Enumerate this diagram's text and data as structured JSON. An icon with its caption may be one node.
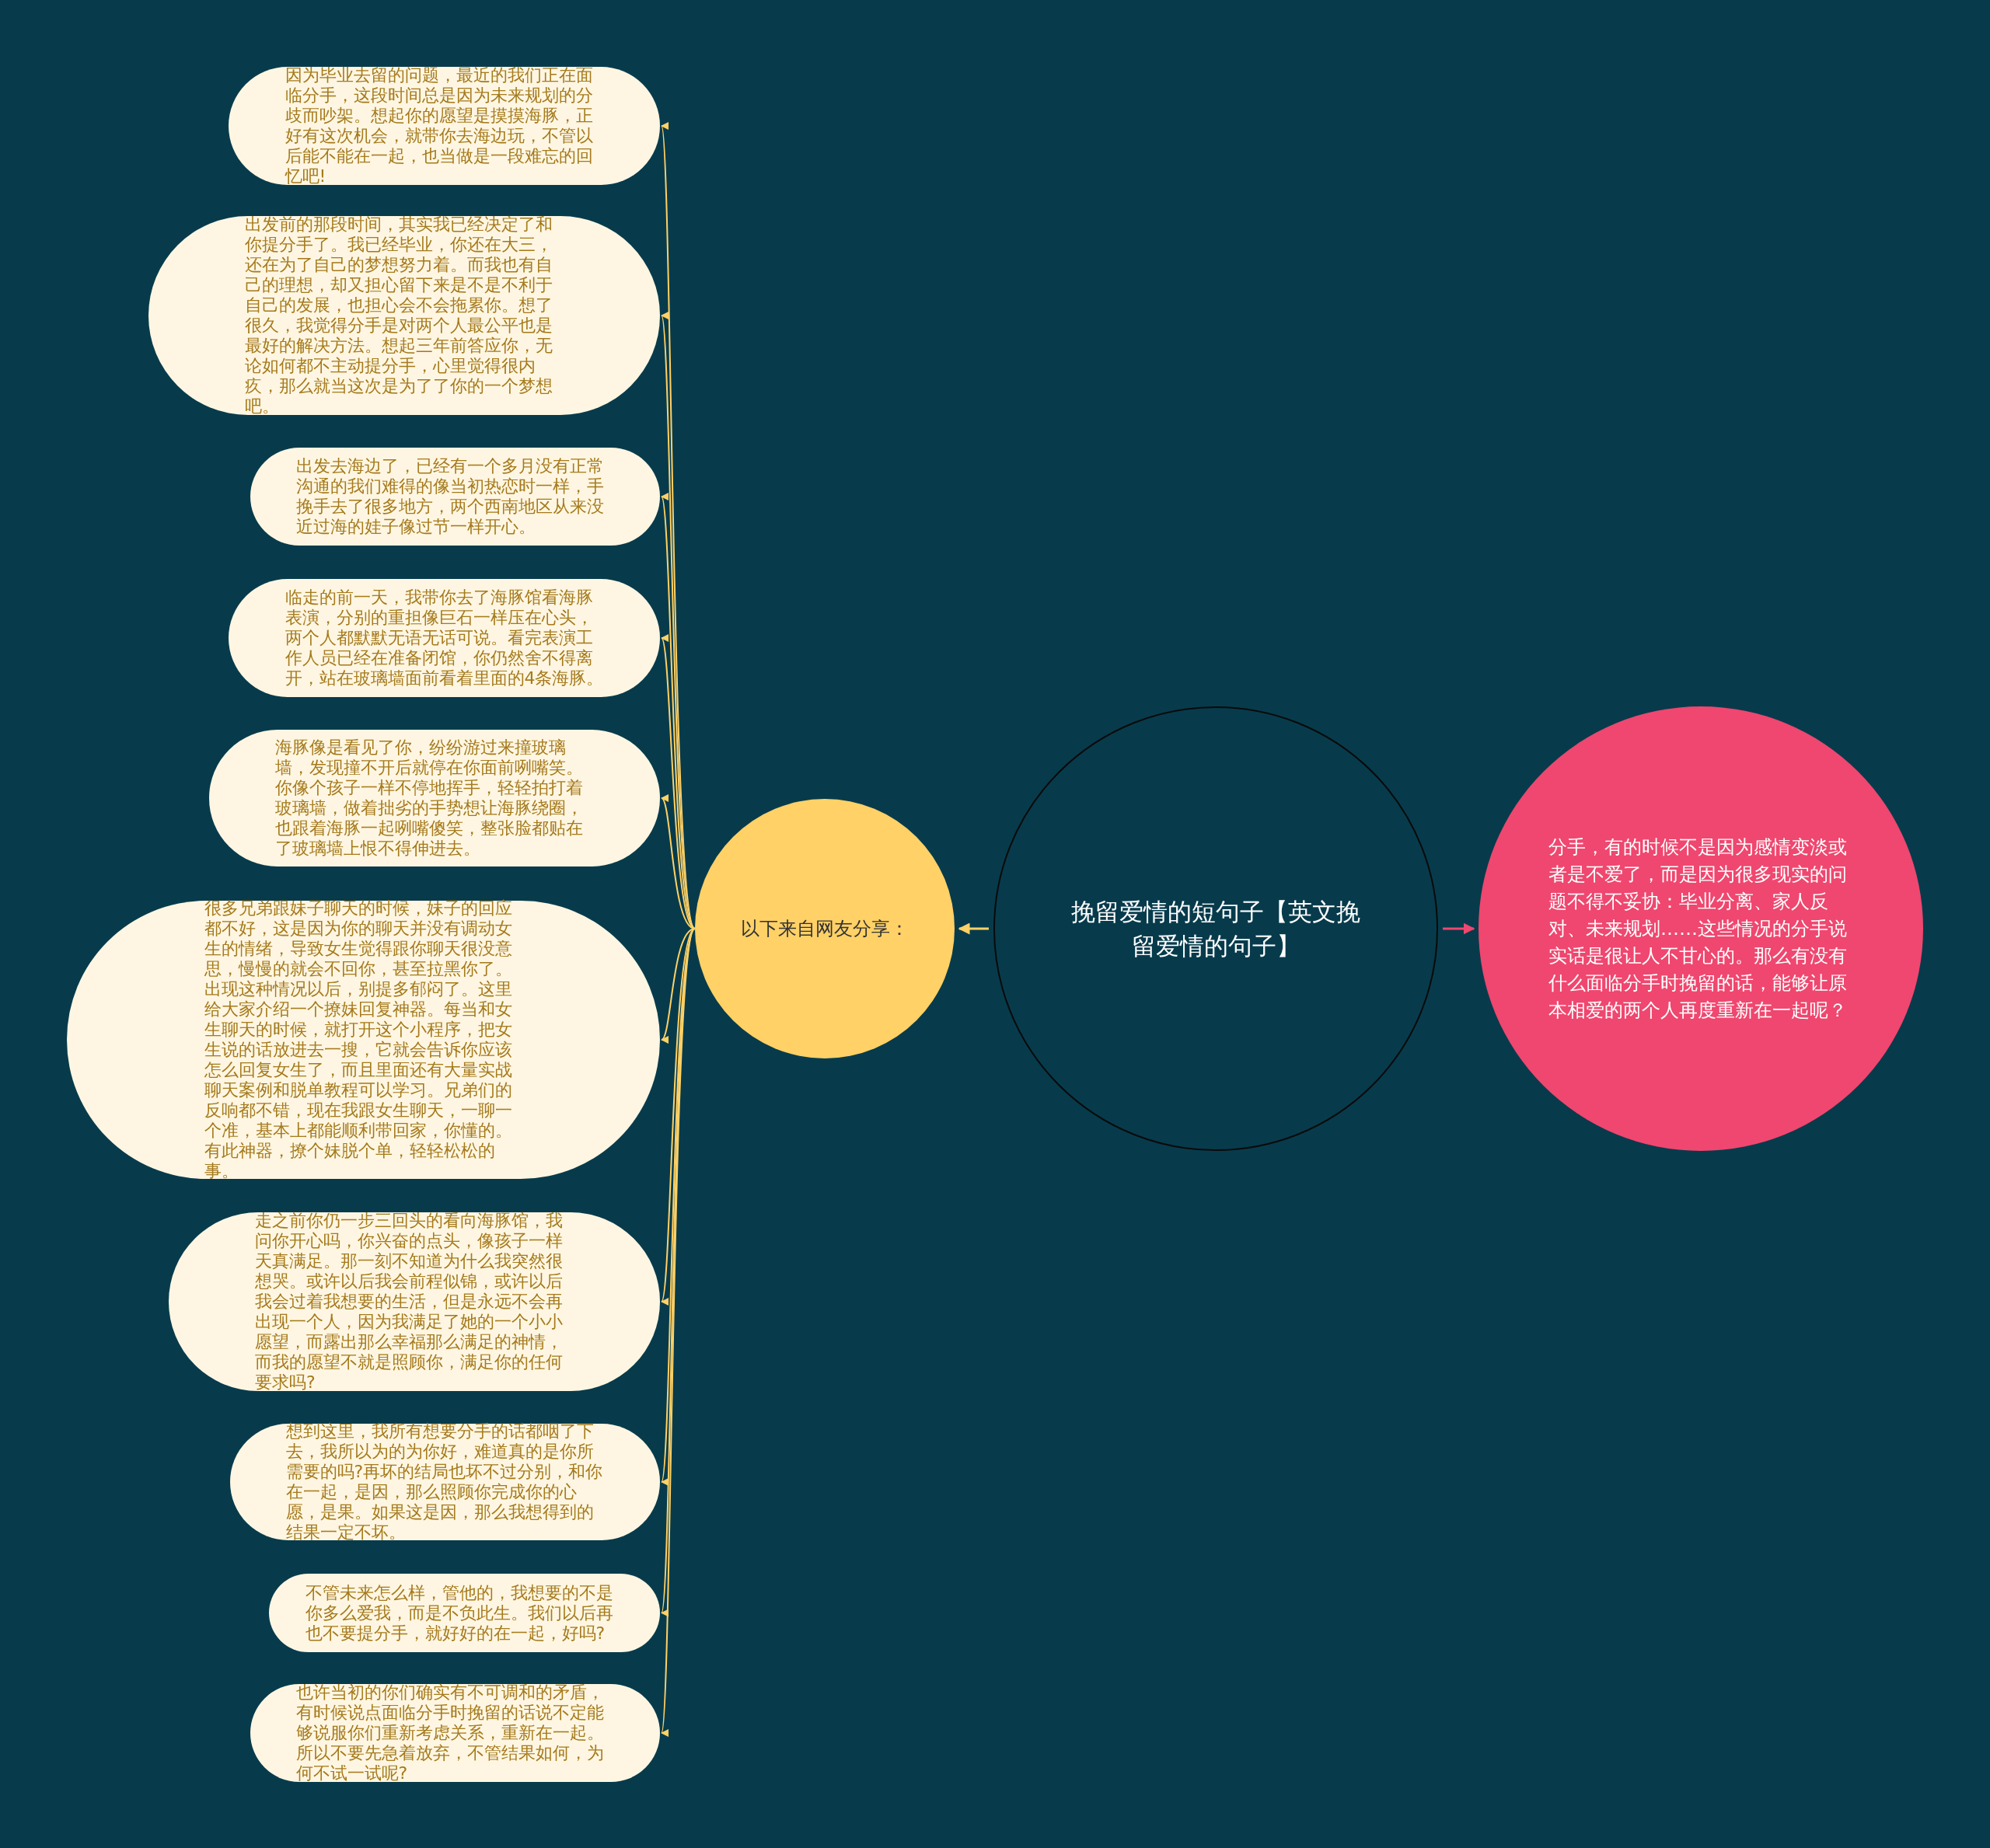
{
  "diagram": {
    "nodes": [
      {
        "text": [
          "挽留爱情的短句子【英文挽留爱情的句子】"
        ]
      },
      {
        "text": [
          "分手，有的时候不是因为感情变淡或者是不爱了，而是因为很多现实的问题不得不妥协：毕业分离、家人反对、未来规划……这些情况的分手说实话是很让人不甘心的。那么有没有什么面临分手时挽留的话，能够让原本相爱的两个人再度重新在一起呢？"
        ]
      },
      {
        "text": [
          "以下来自网友分享："
        ]
      },
      {
        "text": [
          "因为毕业去留的问题，最近的我们正在面临分手，这段时间总是因为未来规划的分歧而吵架。想起你的愿望是摸摸海豚，正好有这次机会，就带你去海边玩，不管以后能不能在一起，也当做是一段难忘的回忆吧!"
        ]
      },
      {
        "text": [
          "出发前的那段时间，其实我已经决定了和你提分手了。我已经毕业，你还在大三，还在为了自己的梦想努力着。而我也有自己的理想，却又担心留下来是不是不利于自己的发展，也担心会不会拖累你。想了很久，我觉得分手是对两个人最公平也是最好的解决方法。想起三年前答应你，无论如何都不主动提分手，心里觉得很内疚，那么就当这次是为了了你的一个梦想吧。"
        ]
      },
      {
        "text": [
          "出发去海边了，已经有一个多月没有正常沟通的我们难得的像当初热恋时一样，手挽手去了很多地方，两个西南地区从来没近过海的娃子像过节一样开心。"
        ]
      },
      {
        "text": [
          "临走的前一天，我带你去了海豚馆看海豚表演，分别的重担像巨石一样压在心头，两个人都默默无语无话可说。看完表演工作人员已经在准备闭馆，你仍然舍不得离开，站在玻璃墙面前看着里面的4条海豚。"
        ]
      },
      {
        "text": [
          "海豚像是看见了你，纷纷游过来撞玻璃墙，发现撞不开后就停在你面前咧嘴笑。你像个孩子一样不停地挥手，轻轻拍打着玻璃墙，做着拙劣的手势想让海豚绕圈，也跟着海豚一起咧嘴傻笑，整张脸都贴在了玻璃墙上恨不得伸进去。"
        ]
      },
      {
        "text": [
          "很多兄弟跟妹子聊天的时候，妹子的回应都不好，这是因为你的聊天并没有调动女生的情绪，导致女生觉得跟你聊天很没意思，慢慢的就会不回你，甚至拉黑你了。出现这种情况以后，别提多郁闷了。这里给大家介绍一个撩妹回复神器。每当和女生聊天的时候，就打开这个小程序，把女生说的话放进去一搜，它就会告诉你应该怎么回复女生了，而且里面还有大量实战聊天案例和脱单教程可以学习。兄弟们的反响都不错，现在我跟女生聊天，一聊一个准，基本上都能顺利带回家，你懂的。有此神器，撩个妹脱个单，轻轻松松的事。"
        ]
      },
      {
        "text": [
          "走之前你仍一步三回头的看向海豚馆，我问你开心吗，你兴奋的点头，像孩子一样天真满足。那一刻不知道为什么我突然很想哭。或许以后我会前程似锦，或许以后我会过着我想要的生活，但是永远不会再出现一个人，因为我满足了她的一个小小愿望，而露出那么幸福那么满足的神情，而我的愿望不就是照顾你，满足你的任何要求吗?"
        ]
      },
      {
        "text": [
          "想到这里，我所有想要分手的话都咽了下去，我所以为的为你好，难道真的是你所需要的吗?再坏的结局也坏不过分别，和你在一起，是因，那么照顾你完成你的心愿，是果。如果这是因，那么我想得到的结果一定不坏。"
        ]
      },
      {
        "text": [
          "不管未来怎么样，管他的，我想要的不是你多么爱我，而是不负此生。我们以后再也不要提分手，就好好的在一起，好吗?"
        ]
      },
      {
        "text": [
          "也许当初的你们确实有不可调和的矛盾，有时候说点面临分手时挽留的话说不定能够说服你们重新考虑关系，重新在一起。所以不要先急着放弃，不管结果如何，为何不试一试呢?"
        ]
      }
    ],
    "edges": [
      {
        "from": 0,
        "to": 1,
        "arrow": "to",
        "color": "#ef476f"
      },
      {
        "from": 0,
        "to": 2,
        "arrow": "to"
      },
      {
        "from": 2,
        "to": 3,
        "arrow": "to"
      },
      {
        "from": 2,
        "to": 4,
        "arrow": "to"
      },
      {
        "from": 2,
        "to": 5,
        "arrow": "to"
      },
      {
        "from": 2,
        "to": 6,
        "arrow": "to"
      },
      {
        "from": 2,
        "to": 7,
        "arrow": "to"
      },
      {
        "from": 2,
        "to": 8,
        "arrow": "to"
      },
      {
        "from": 2,
        "to": 9,
        "arrow": "to"
      },
      {
        "from": 2,
        "to": 10,
        "arrow": "to"
      },
      {
        "from": 2,
        "to": 11,
        "arrow": "to"
      },
      {
        "from": 2,
        "to": 12,
        "arrow": "to"
      }
    ]
  }
}
